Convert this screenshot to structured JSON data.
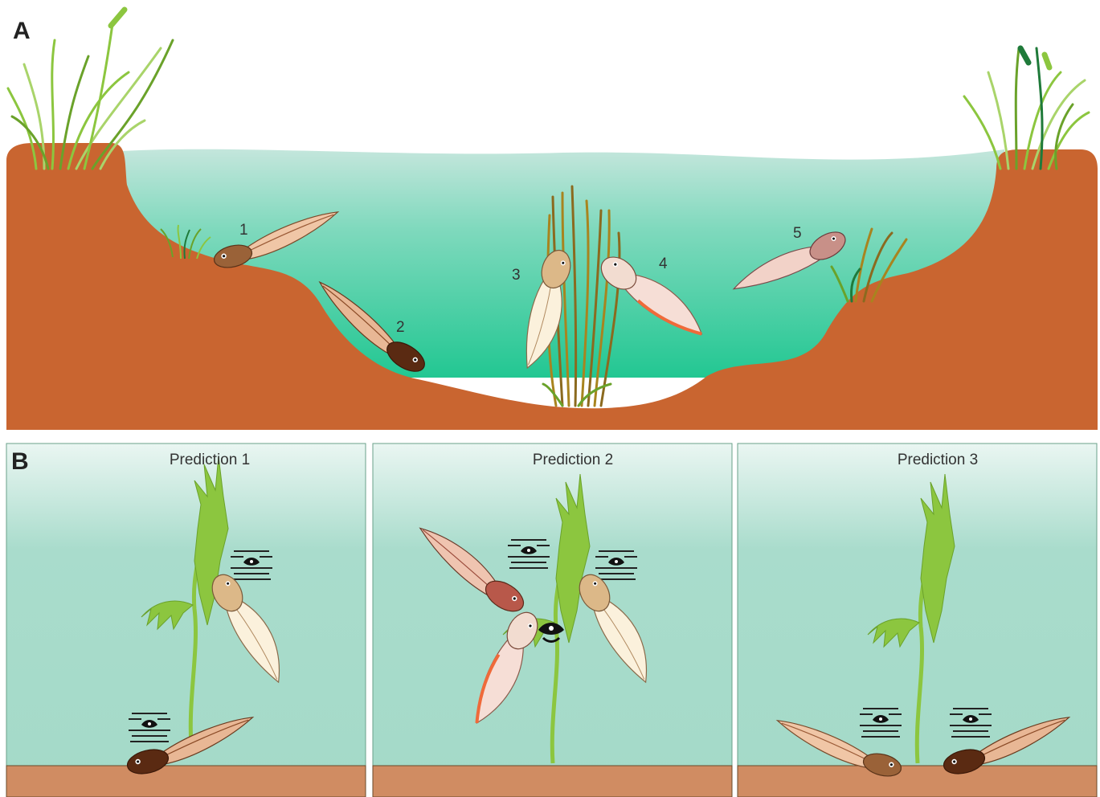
{
  "panel_a": {
    "letter": "A",
    "tadpole_labels": [
      "1",
      "2",
      "3",
      "4",
      "5"
    ]
  },
  "panel_b": {
    "letter": "B",
    "predictions": [
      {
        "title": "Prediction 1"
      },
      {
        "title": "Prediction 2"
      },
      {
        "title": "Prediction 3"
      }
    ]
  },
  "colors": {
    "soil": "#c96530",
    "water_top": "#c4e6dc",
    "water_bottom": "#2ec99a",
    "tank_water_top": "#e9f5f1",
    "tank_water": "#a8dccb",
    "tank_floor": "#d08c62",
    "grass": "#8cc63f",
    "reed": "#8b6a1f",
    "plant": "#8cc63f"
  }
}
